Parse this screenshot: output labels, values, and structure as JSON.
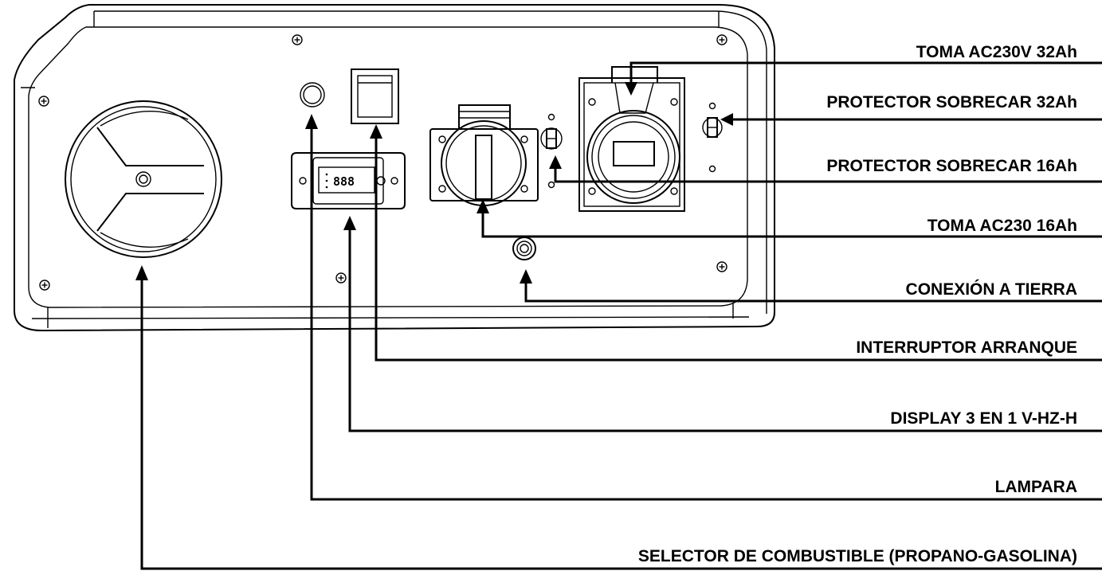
{
  "labels": [
    "TOMA AC230V  32Ah",
    "PROTECTOR SOBRECAR  32Ah",
    "PROTECTOR SOBRECAR 16Ah",
    "TOMA AC230 16Ah",
    "CONEXIÓN A TIERRA",
    "INTERRUPTOR ARRANQUE",
    "DISPLAY 3 EN 1  V-HZ-H",
    "LAMPARA",
    "SELECTOR DE COMBUSTIBLE (PROPANO-GASOLINA)"
  ],
  "display": {
    "digits": "888"
  }
}
